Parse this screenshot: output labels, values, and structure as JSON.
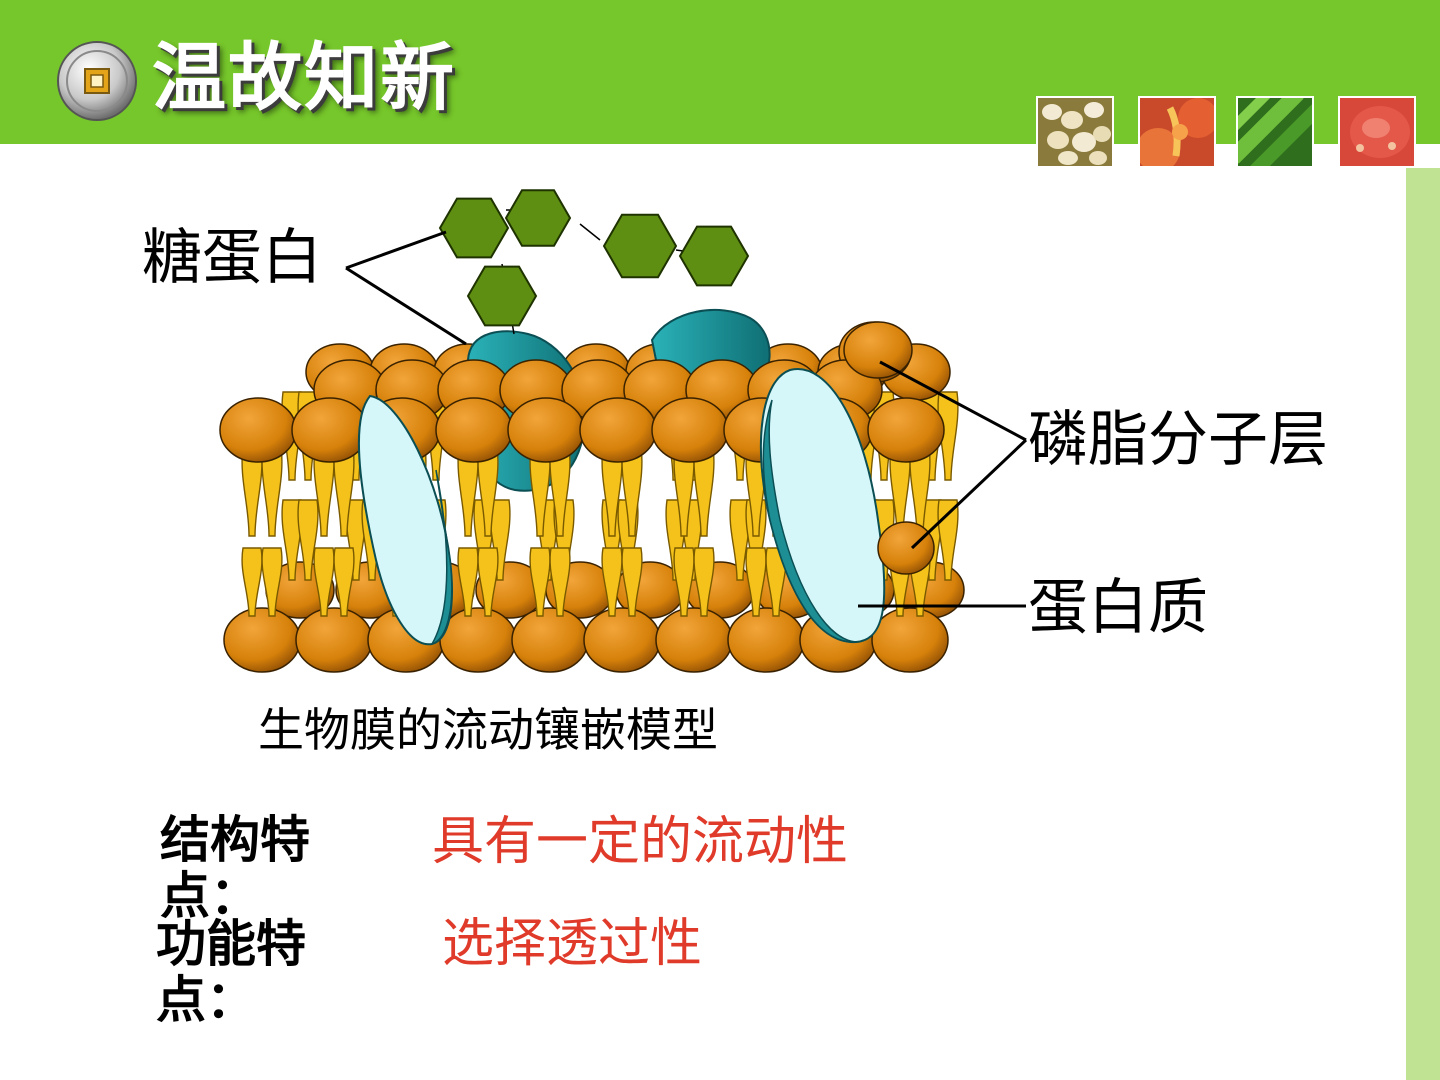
{
  "header": {
    "title": "温故知新",
    "accent_color": "#76c72b",
    "side_strip_color": "#bfe393",
    "thumbnails": [
      "seeds-thumbnail",
      "citrus-thumbnail",
      "green-stems-thumbnail",
      "tomato-thumbnail"
    ]
  },
  "diagram": {
    "labels": {
      "glycoprotein": "糖蛋白",
      "phospholipid_bilayer": "磷脂分子层",
      "protein": "蛋白质"
    },
    "caption": "生物膜的流动镶嵌模型",
    "colors": {
      "lipid_head": "#d6810a",
      "lipid_tail": "#f4c21a",
      "protein_light": "#d5f7fa",
      "protein_dark": "#1d8f94",
      "sugar": "#5f8f12"
    }
  },
  "properties": [
    {
      "label": "结构特点：",
      "value": "具有一定的流动性"
    },
    {
      "label": "功能特点：",
      "value": "选择透过性"
    }
  ],
  "value_color": "#e03b2a"
}
